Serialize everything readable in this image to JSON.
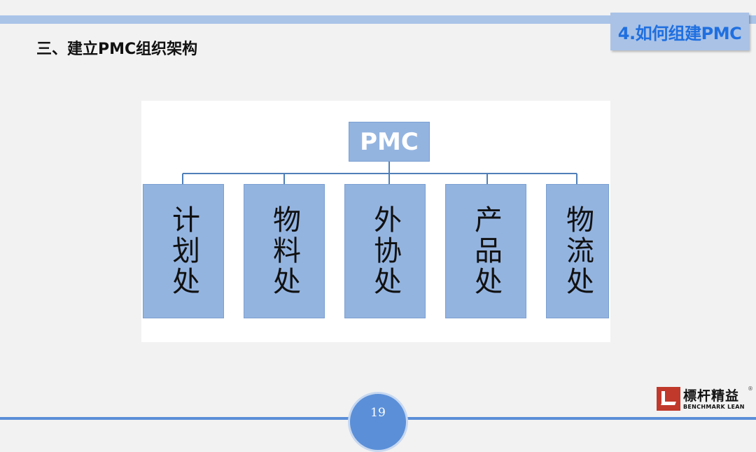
{
  "header": {
    "section_tag": "4.如何组建PMC",
    "title": "三、建立PMC组织架构"
  },
  "org_chart": {
    "root": "PMC",
    "children": [
      "计划处",
      "物料处",
      "外协处",
      "产品处",
      "物流处"
    ]
  },
  "footer": {
    "page_number": "19",
    "logo_cn": "標杆精益",
    "logo_en": "BENCHMARK LEAN",
    "logo_reg": "®"
  },
  "colors": {
    "accent": "#5b8fd8",
    "box_fill": "#94b4e0",
    "tag_text": "#1f6fe0"
  }
}
